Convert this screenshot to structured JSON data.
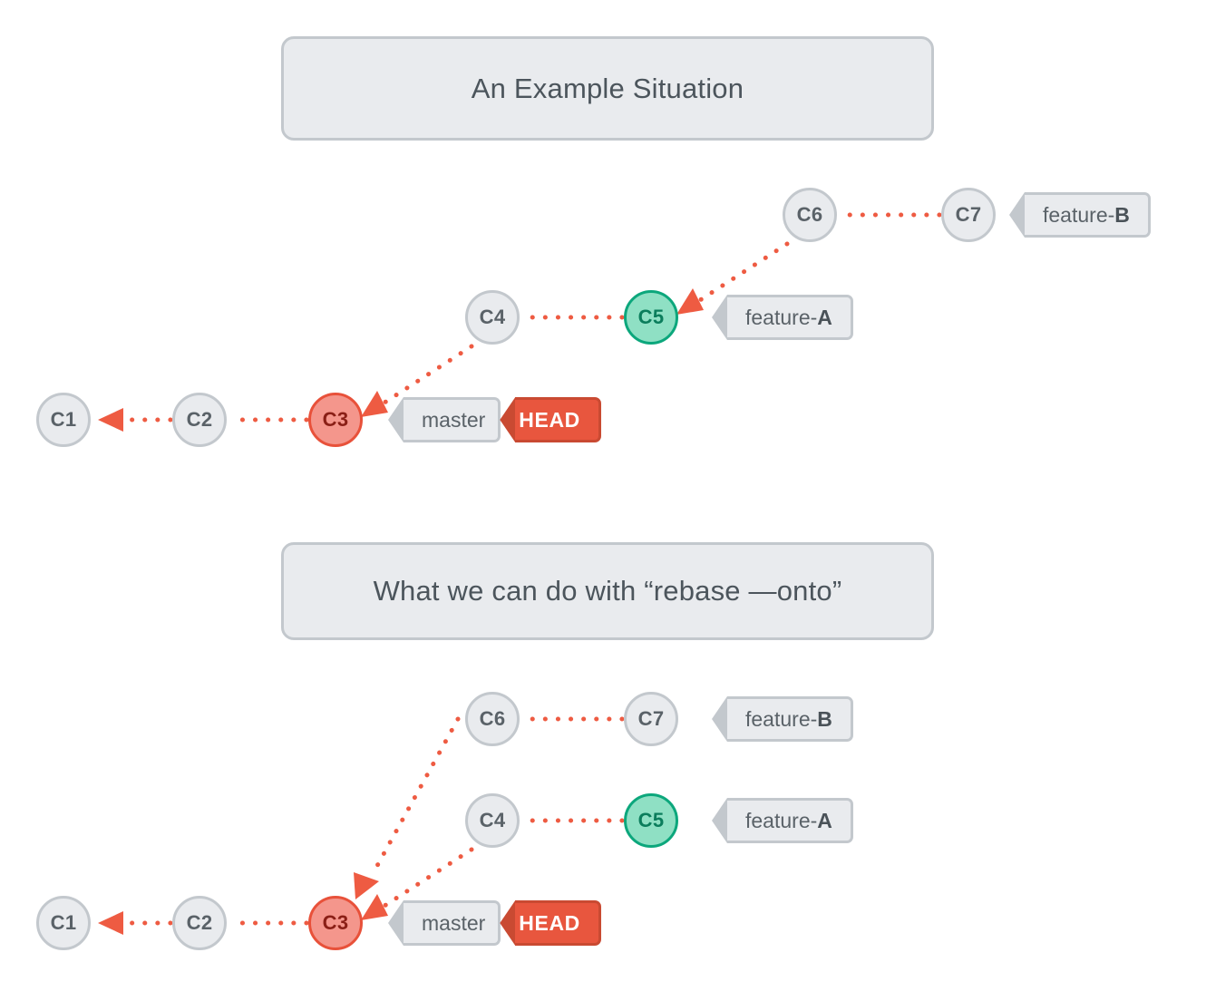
{
  "page": {
    "background": "#ffffff",
    "accent_red": "#EE5B42",
    "accent_green": "#0CA77C",
    "node_gray": "#E9EBEE",
    "border_gray": "#C3C8CD",
    "head_red": "#E8563E"
  },
  "sections": [
    {
      "banner": {
        "title": "An Example Situation"
      },
      "nodes": [
        {
          "id": "c1",
          "label": "C1",
          "style": "gray"
        },
        {
          "id": "c2",
          "label": "C2",
          "style": "gray"
        },
        {
          "id": "c3",
          "label": "C3",
          "style": "red"
        },
        {
          "id": "c4",
          "label": "C4",
          "style": "gray"
        },
        {
          "id": "c5",
          "label": "C5",
          "style": "green"
        },
        {
          "id": "c6",
          "label": "C6",
          "style": "gray"
        },
        {
          "id": "c7",
          "label": "C7",
          "style": "gray"
        }
      ],
      "tags": [
        {
          "id": "feature-b",
          "prefix": "feature-",
          "bold": "B"
        },
        {
          "id": "feature-a",
          "prefix": "feature-",
          "bold": "A"
        },
        {
          "id": "master-head",
          "prefix": "master",
          "head": "HEAD"
        }
      ]
    },
    {
      "banner": {
        "title": "What we can do with “rebase —onto”"
      },
      "nodes": [
        {
          "id": "c1",
          "label": "C1",
          "style": "gray"
        },
        {
          "id": "c2",
          "label": "C2",
          "style": "gray"
        },
        {
          "id": "c3",
          "label": "C3",
          "style": "red"
        },
        {
          "id": "c4",
          "label": "C4",
          "style": "gray"
        },
        {
          "id": "c5",
          "label": "C5",
          "style": "green"
        },
        {
          "id": "c6",
          "label": "C6",
          "style": "gray"
        },
        {
          "id": "c7",
          "label": "C7",
          "style": "gray"
        }
      ],
      "tags": [
        {
          "id": "feature-b",
          "prefix": "feature-",
          "bold": "B"
        },
        {
          "id": "feature-a",
          "prefix": "feature-",
          "bold": "A"
        },
        {
          "id": "master-head",
          "prefix": "master",
          "head": "HEAD"
        }
      ]
    }
  ]
}
